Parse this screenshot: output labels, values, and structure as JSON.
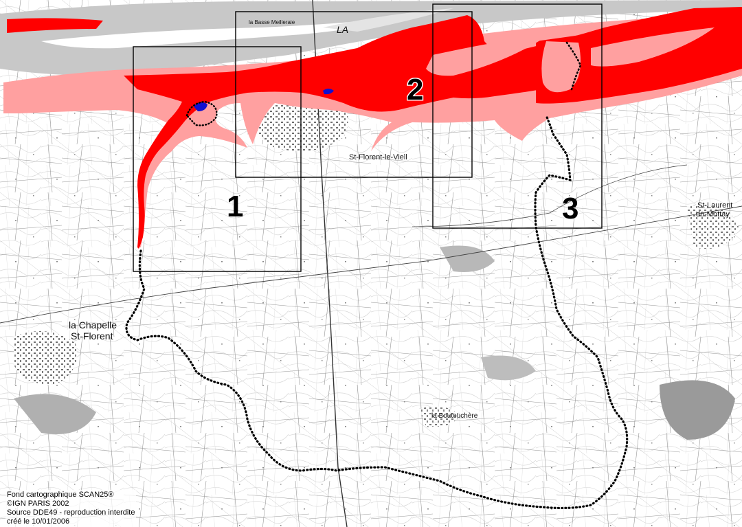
{
  "map": {
    "colors": {
      "flood_high": "#ff0000",
      "flood_low": "#ffa0a0",
      "flood_point": "#1010d0",
      "river": "#c8c8c8",
      "frame": "#000000",
      "boundary": "#000000"
    },
    "zones": [
      {
        "label": "1"
      },
      {
        "label": "2"
      },
      {
        "label": "3"
      }
    ],
    "places": {
      "la_chapelle": "la Chapelle",
      "st_florent_line2": "St-Florent",
      "st_florent_le_vieil": "St-Florent-le-Vieil",
      "st_laurent_line1": "St-Laurent",
      "st_laurent_line2": "du-Mottay",
      "la_boutouchere": "la Boutouchère",
      "river_la": "LA",
      "la_basse_meilleraie": "la Basse Meilleraie"
    },
    "credits": [
      "Fond cartographique SCAN25®",
      "©IGN PARIS 2002",
      "Source DDE49 - reproduction interdite",
      "créé le 10/01/2006"
    ]
  }
}
